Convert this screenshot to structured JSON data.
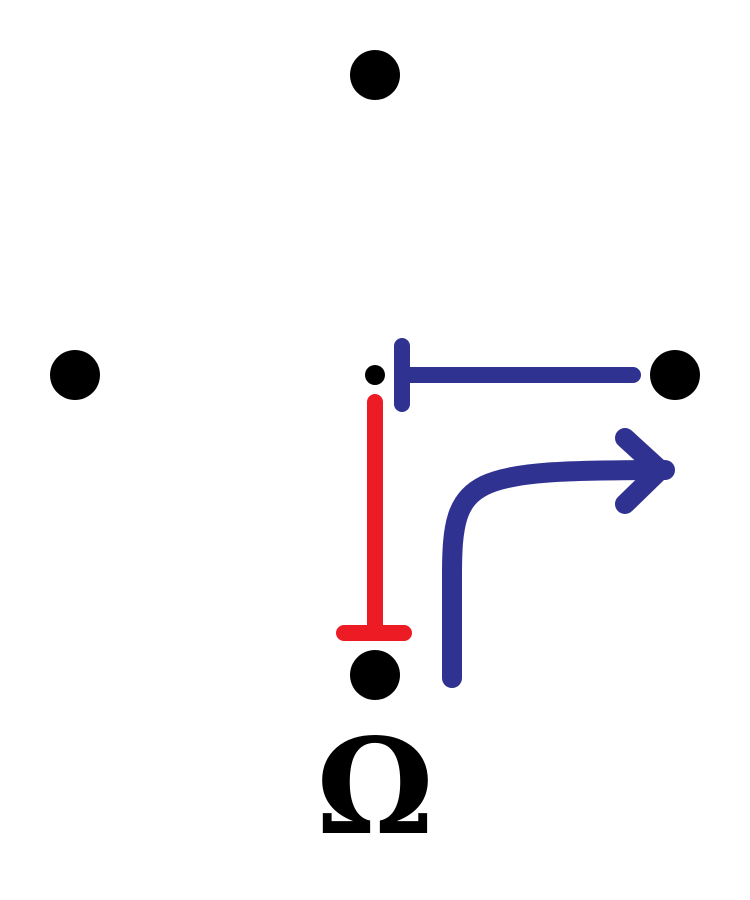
{
  "diagram": {
    "symbol": "Ω",
    "colors": {
      "node": "#000000",
      "blocked_left": "#ed1c24",
      "blocked_right": "#303291",
      "arrow_right_turn": "#303291",
      "background": "#ffffff"
    },
    "nodes": [
      "top",
      "left",
      "right",
      "bottom",
      "center-junction"
    ],
    "connections": [
      {
        "name": "bottom-to-center",
        "type": "blocked",
        "color_key": "blocked_left"
      },
      {
        "name": "right-to-center",
        "type": "blocked",
        "color_key": "blocked_right"
      },
      {
        "name": "bottom-to-right",
        "type": "right-turn-arrow",
        "color_key": "arrow_right_turn"
      }
    ]
  }
}
